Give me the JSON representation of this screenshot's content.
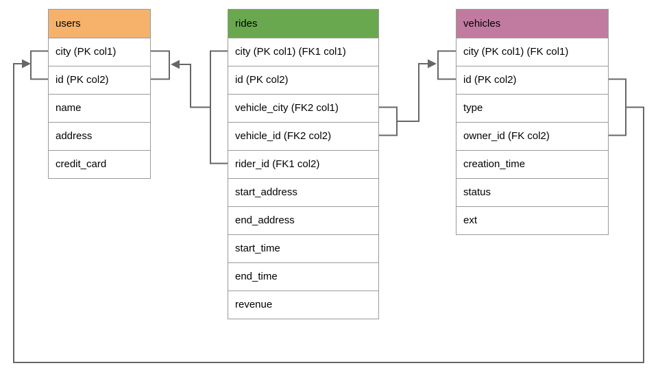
{
  "colors": {
    "users-header": "#F6B26B",
    "rides-header": "#6AA84F",
    "vehicles-header": "#C27BA0",
    "connector": "#666666",
    "table-border": "#999999",
    "text": "#000000",
    "background": "#FFFFFF"
  },
  "tables": [
    {
      "name": "users",
      "columns": [
        "city (PK col1)",
        "id (PK col2)",
        "name",
        "address",
        "credit_card"
      ]
    },
    {
      "name": "rides",
      "columns": [
        "city (PK col1) (FK1 col1)",
        "id (PK col2)",
        "vehicle_city (FK2 col1)",
        "vehicle_id (FK2 col2)",
        "rider_id (FK1 col2)",
        "start_address",
        "end_address",
        "start_time",
        "end_time",
        "revenue"
      ]
    },
    {
      "name": "vehicles",
      "columns": [
        "city (PK col1) (FK col1)",
        "id (PK col2)",
        "type",
        "owner_id (FK col2)",
        "creation_time",
        "status",
        "ext"
      ]
    }
  ],
  "relationships": [
    {
      "name": "FK1",
      "from_table": "rides",
      "from_columns": [
        "city",
        "rider_id"
      ],
      "to_table": "users",
      "to_columns": [
        "city",
        "id"
      ]
    },
    {
      "name": "FK2",
      "from_table": "rides",
      "from_columns": [
        "vehicle_city",
        "vehicle_id"
      ],
      "to_table": "vehicles",
      "to_columns": [
        "city",
        "id"
      ]
    },
    {
      "name": "FK",
      "from_table": "vehicles",
      "from_columns": [
        "city",
        "owner_id"
      ],
      "to_table": "users",
      "to_columns": [
        "city",
        "id"
      ]
    }
  ]
}
